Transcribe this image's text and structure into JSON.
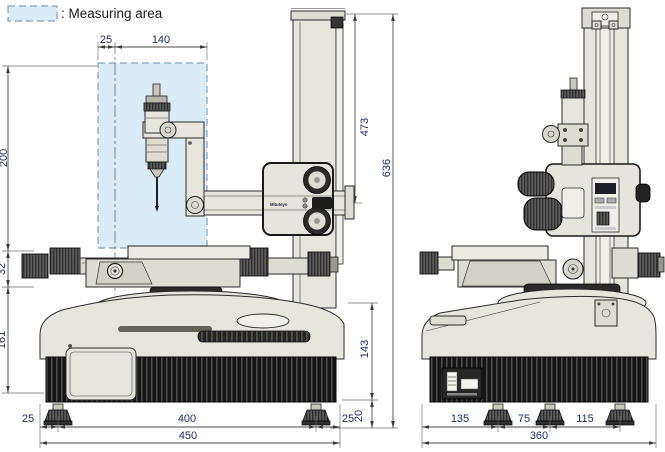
{
  "legend": {
    "label": ": Measuring area"
  },
  "front_view": {
    "logo": "Mitutoyo",
    "dims": {
      "top_offset": "25",
      "top_range": "140",
      "left_area_height": "200",
      "left_mid": "32",
      "left_lower": "161",
      "right_column": "473",
      "right_total_height": "636",
      "right_base_height": "143",
      "bottom_left": "25",
      "bottom_center": "400",
      "bottom_right": "25",
      "bottom_total": "450",
      "foot_height": "20"
    }
  },
  "side_view": {
    "dims": {
      "front_to_foot1": "135",
      "foot1_to_foot2": "75",
      "foot2_to_foot3": "115",
      "depth_total": "360"
    }
  },
  "colors": {
    "measuring_area_fill": "#d9ecf8",
    "measuring_area_border": "#85a0b8",
    "dimension_text": "#1f3066",
    "body_fill": "#e8e5de",
    "dark_parts": "#1d1d1d",
    "outline": "#2b2b2b"
  }
}
